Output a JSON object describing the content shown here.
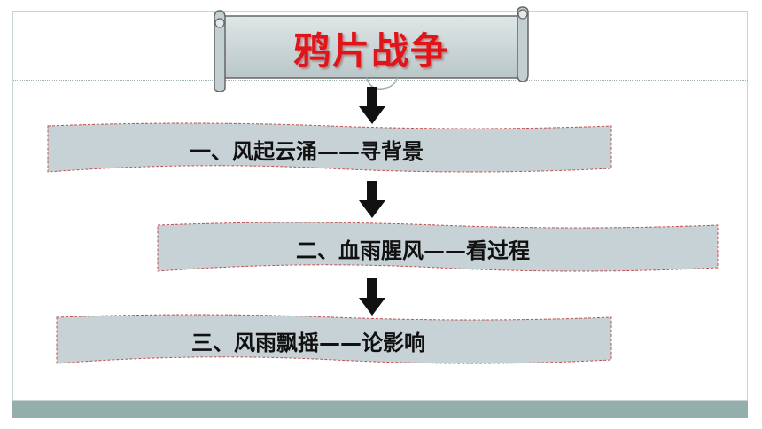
{
  "title": "鸦片战争",
  "items": [
    {
      "label": "一、风起云涌——寻背景"
    },
    {
      "label": "二、血雨腥风——看过程"
    },
    {
      "label": "三、风雨飘摇——论影响"
    }
  ],
  "colors": {
    "title_text": "#e0151a",
    "scroll_fill": "#c9d3d5",
    "banner_fill": "#c7d2d6",
    "banner_border": "#c0504d",
    "arrow": "#111111",
    "bottom_band": "#93aeab"
  }
}
